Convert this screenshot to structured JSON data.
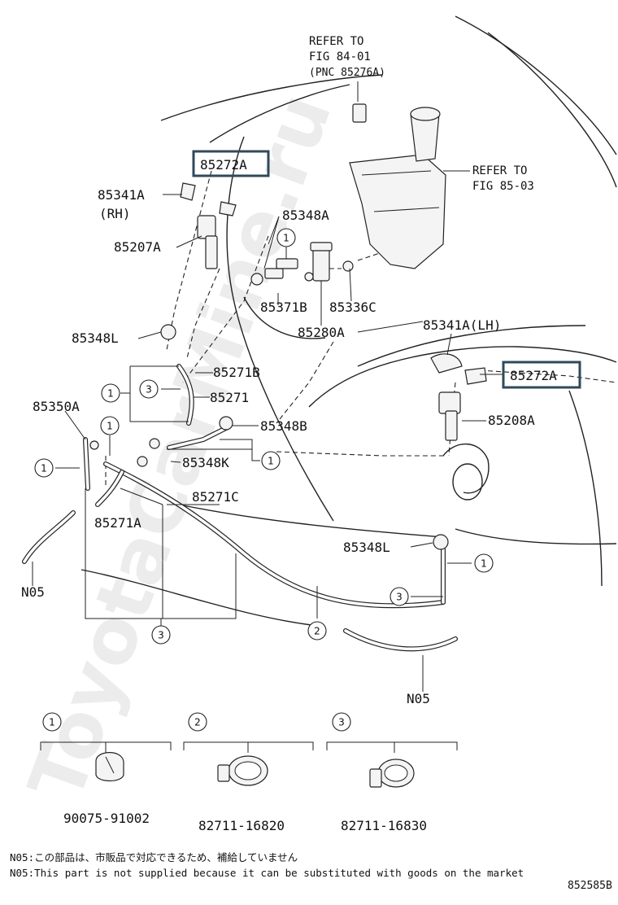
{
  "refs": {
    "fig84_line1": "REFER TO",
    "fig84_line2": "FIG 84-01",
    "fig84_line3": "(PNC 85276A)",
    "fig85_line1": "REFER TO",
    "fig85_line2": "FIG 85-03"
  },
  "labels": {
    "p85272A_top": "85272A",
    "p85341A": "85341A",
    "rh": "(RH)",
    "p85348A": "85348A",
    "p85207A": "85207A",
    "p85371B": "85371B",
    "p85336C": "85336C",
    "p85280A": "85280A",
    "p85341A_lh": "85341A(LH)",
    "p85348L_top": "85348L",
    "p85272A_right": "85272A",
    "p85271B": "85271B",
    "p85271": "85271",
    "p85350A": "85350A",
    "p85348B": "85348B",
    "p85208A": "85208A",
    "p85348K": "85348K",
    "p85271A": "85271A",
    "p85271C": "85271C",
    "p85348L_bottom": "85348L",
    "n05_left": "N05",
    "n05_right": "N05"
  },
  "callouts": {
    "c1": "1",
    "c2": "2",
    "c3": "3"
  },
  "legend": {
    "item1_num": "1",
    "item1_part": "90075-91002",
    "item2_num": "2",
    "item2_part": "82711-16820",
    "item3_num": "3",
    "item3_part": "82711-16830"
  },
  "notes": {
    "jp": "N05:この部品は、市販品で対応できるため、補給していません",
    "en": "N05:This part is not supplied because it can be substituted with goods on the market",
    "figure_id": "852585B"
  },
  "watermark": "ToyotaCarMine.ru"
}
